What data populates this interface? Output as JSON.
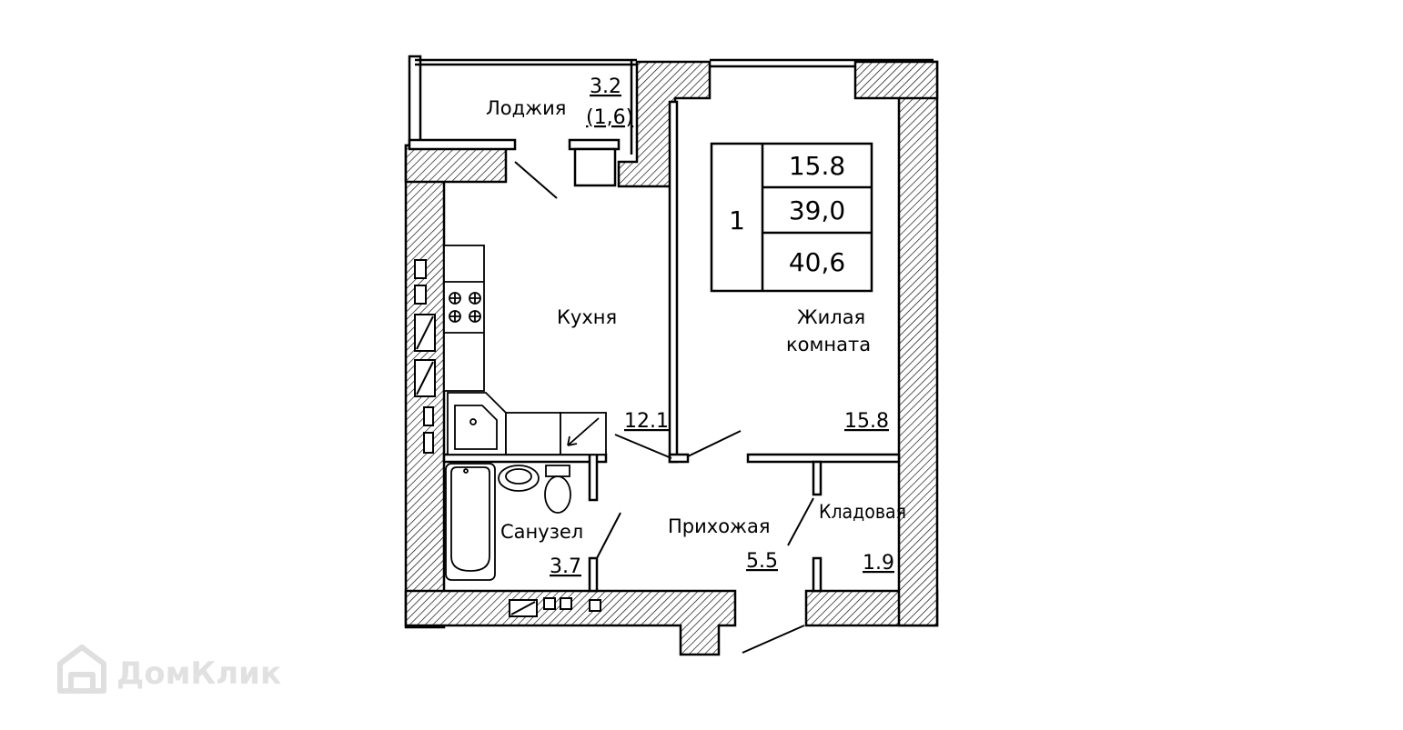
{
  "plan": {
    "rooms": {
      "loggia": {
        "name": "Лоджия",
        "area": "3.2",
        "area_reduced": "(1,6)"
      },
      "kitchen": {
        "name": "Кухня",
        "area": "12.1"
      },
      "living": {
        "name_line1": "Жилая",
        "name_line2": "комната",
        "area": "15.8"
      },
      "bathroom": {
        "name": "Санузел",
        "area": "3.7"
      },
      "hallway": {
        "name": "Прихожая",
        "area": "5.5"
      },
      "storage": {
        "name": "Кладовая",
        "area": "1.9"
      }
    },
    "summary": {
      "rooms_count": "1",
      "living_area": "15.8",
      "total_area": "39,0",
      "total_area_with_loggia": "40,6"
    }
  },
  "watermark": {
    "text": "ДомКлик",
    "icon": "house-icon",
    "color": "#d9d9d9"
  },
  "colors": {
    "wall": "#000000",
    "hatch": "#000000",
    "background": "#ffffff"
  }
}
